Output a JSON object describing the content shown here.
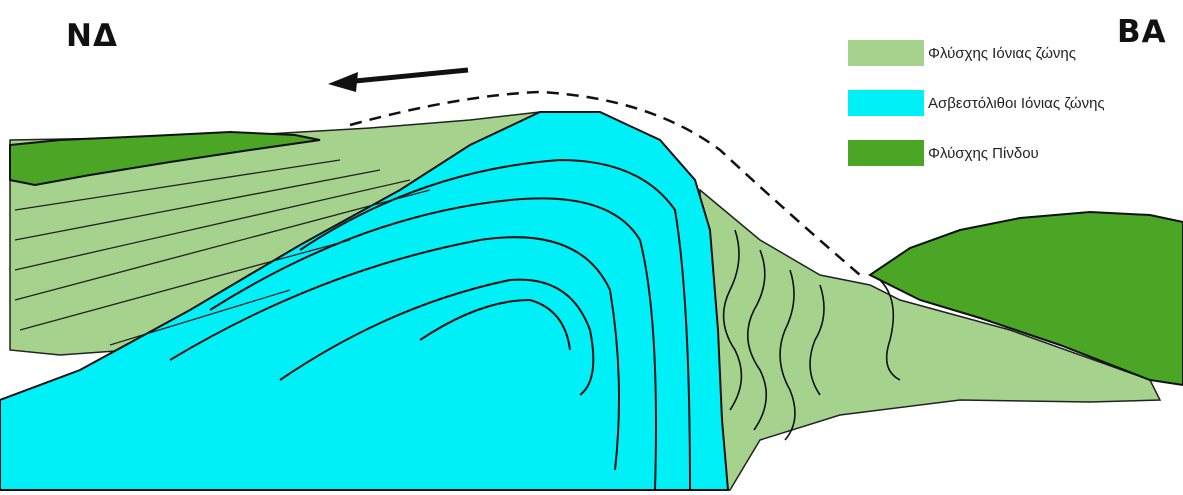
{
  "orientation": {
    "left": "ΝΔ",
    "right": "ΒΑ"
  },
  "legend": [
    {
      "label": "Φλύσχης Ιόνιας ζώνης",
      "color": "#a5d38e"
    },
    {
      "label": "Ασβεστόλιθοι Ιόνιας ζώνης",
      "color": "#00f0f8"
    },
    {
      "label": "Φλύσχης Πίνδου",
      "color": "#4aa624"
    }
  ],
  "colors": {
    "ionian_flysch": "#a5d38e",
    "ionian_limestone": "#00f0f8",
    "pindos_flysch": "#4aa624",
    "linework": "#111111"
  }
}
